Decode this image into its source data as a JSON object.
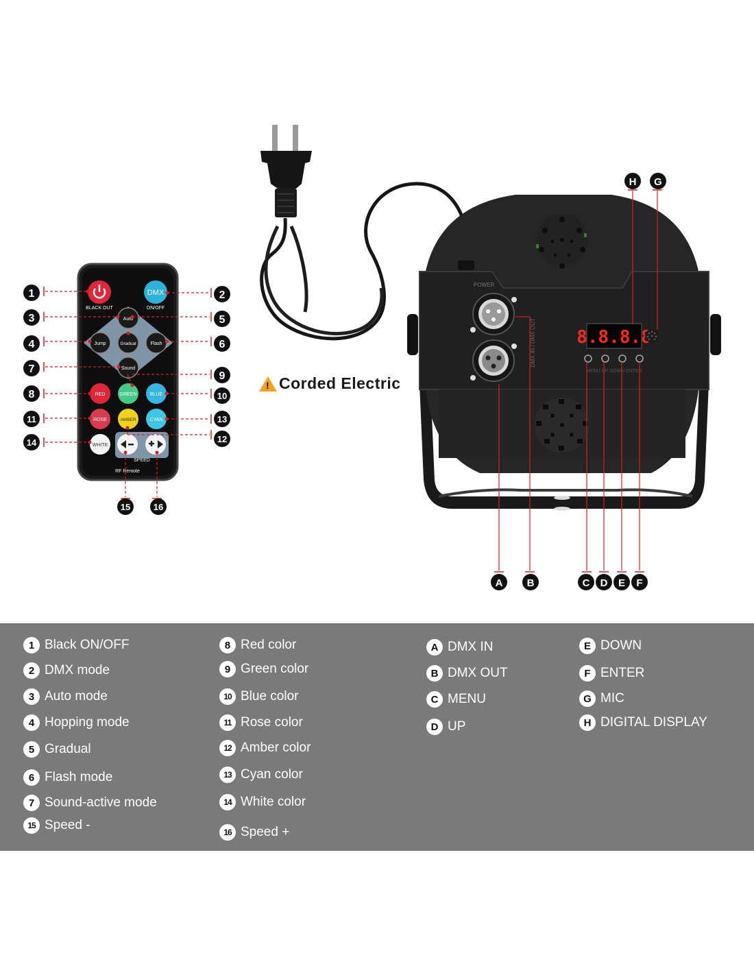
{
  "warning_label": "Corded Electric",
  "warning_icon": "warning-triangle-icon",
  "remote": {
    "keys": {
      "power_caption": "BLACK OUT",
      "dmx": "DMX",
      "dmx_caption": "ON/OFF",
      "auto": "Auto",
      "jump": "Jump",
      "gradual": "Gradual",
      "flash": "Flash",
      "sound": "Sound",
      "red": "RED",
      "green": "GREEN",
      "blue": "BLUE",
      "rose": "ROSE",
      "amber": "AMBER",
      "cyan": "CYAN",
      "white": "WHITE",
      "speed_caption": "SPEED",
      "remote_label": "RF Remote"
    },
    "callouts": [
      "1",
      "2",
      "3",
      "4",
      "5",
      "6",
      "7",
      "8",
      "9",
      "10",
      "11",
      "12",
      "13",
      "14",
      "15",
      "16"
    ]
  },
  "device": {
    "display_text": "8.8.8.8",
    "power_label": "POWER",
    "port_label": "DMX IN / DMX OUT",
    "button_labels": "MENU  UP  DOWN  ENTER",
    "callouts": [
      "A",
      "B",
      "C",
      "D",
      "E",
      "F",
      "G",
      "H"
    ]
  },
  "legend": {
    "col1": [
      {
        "badge": "1",
        "text": "Black ON/OFF"
      },
      {
        "badge": "2",
        "text": "DMX mode"
      },
      {
        "badge": "3",
        "text": "Auto mode"
      },
      {
        "badge": "4",
        "text": "Hopping mode"
      },
      {
        "badge": "5",
        "text": "Gradual"
      },
      {
        "badge": "6",
        "text": "Flash mode"
      },
      {
        "badge": "7",
        "text": "Sound-active mode"
      },
      {
        "badge": "15",
        "text": "Speed -"
      }
    ],
    "col2": [
      {
        "badge": "8",
        "text": "Red color"
      },
      {
        "badge": "9",
        "text": "Green color"
      },
      {
        "badge": "10",
        "text": "Blue color"
      },
      {
        "badge": "11",
        "text": "Rose color"
      },
      {
        "badge": "12",
        "text": "Amber color"
      },
      {
        "badge": "13",
        "text": "Cyan color"
      },
      {
        "badge": "14",
        "text": "White color"
      },
      {
        "badge": "16",
        "text": "Speed +"
      }
    ],
    "col3": [
      {
        "badge": "A",
        "text": "DMX IN"
      },
      {
        "badge": "B",
        "text": "DMX OUT"
      },
      {
        "badge": "C",
        "text": "MENU"
      },
      {
        "badge": "D",
        "text": "UP"
      }
    ],
    "col4": [
      {
        "badge": "E",
        "text": "DOWN"
      },
      {
        "badge": "F",
        "text": "ENTER"
      },
      {
        "badge": "G",
        "text": "MIC"
      },
      {
        "badge": "H",
        "text": "DIGITAL DISPLAY"
      }
    ]
  },
  "colors": {
    "legend_bg": "#7a7a7a",
    "callout_line": "#d42020",
    "key_red": "#e0263a",
    "key_dmx": "#2cb2d8",
    "key_green": "#47c98a",
    "key_blue": "#35b6e4",
    "key_rose": "#d83a4e",
    "key_amber": "#f0d21c",
    "key_cyan": "#3ec6e2",
    "key_white": "#f4f4f4",
    "key_grey": "#7f95a8",
    "display_red": "#ff2a1a"
  }
}
